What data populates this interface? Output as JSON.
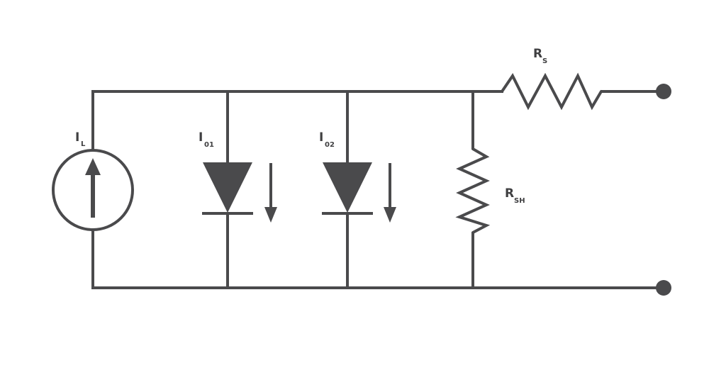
{
  "labels": {
    "current_source": {
      "main": "I",
      "sub": "L"
    },
    "diode_1": {
      "main": "I",
      "sub": "01"
    },
    "diode_2": {
      "main": "I",
      "sub": "02"
    },
    "series_resistor": {
      "main": "R",
      "sub": "S"
    },
    "shunt_resistor": {
      "main": "R",
      "sub": "SH"
    }
  },
  "colors": {
    "line": "#4a4a4c",
    "text": "#3f3f41",
    "background": "#ffffff"
  }
}
